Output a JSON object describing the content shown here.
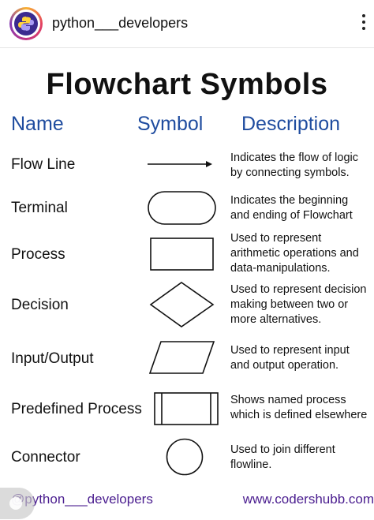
{
  "header": {
    "account_name": "python___developers"
  },
  "page": {
    "title": "Flowchart Symbols",
    "columns": {
      "name": "Name",
      "symbol": "Symbol",
      "description": "Description"
    },
    "rows": [
      {
        "name": "Flow Line",
        "symbol": "arrow",
        "description": "Indicates the flow of logic\nby connecting symbols."
      },
      {
        "name": "Terminal",
        "symbol": "rounded-rectangle",
        "description": "Indicates the beginning\nand ending of Flowchart"
      },
      {
        "name": "Process",
        "symbol": "rectangle",
        "description": "Used to represent\narithmetic operations and\ndata-manipulations."
      },
      {
        "name": "Decision",
        "symbol": "diamond",
        "description": "Used to represent decision\nmaking between two or\nmore alternatives."
      },
      {
        "name": "Input/Output",
        "symbol": "parallelogram",
        "description": "Used to represent input\nand output operation."
      },
      {
        "name": "Predefined Process",
        "symbol": "double-sided-rectangle",
        "description": "Shows named process\nwhich is defined elsewhere"
      },
      {
        "name": "Connector",
        "symbol": "circle",
        "description": "Used to join different\nflowline."
      }
    ]
  },
  "footer": {
    "handle": "@python___developers",
    "website": "www.codershubb.com"
  },
  "colors": {
    "heading_blue": "#1f4c9f",
    "footer_purple": "#4a1d8f"
  }
}
